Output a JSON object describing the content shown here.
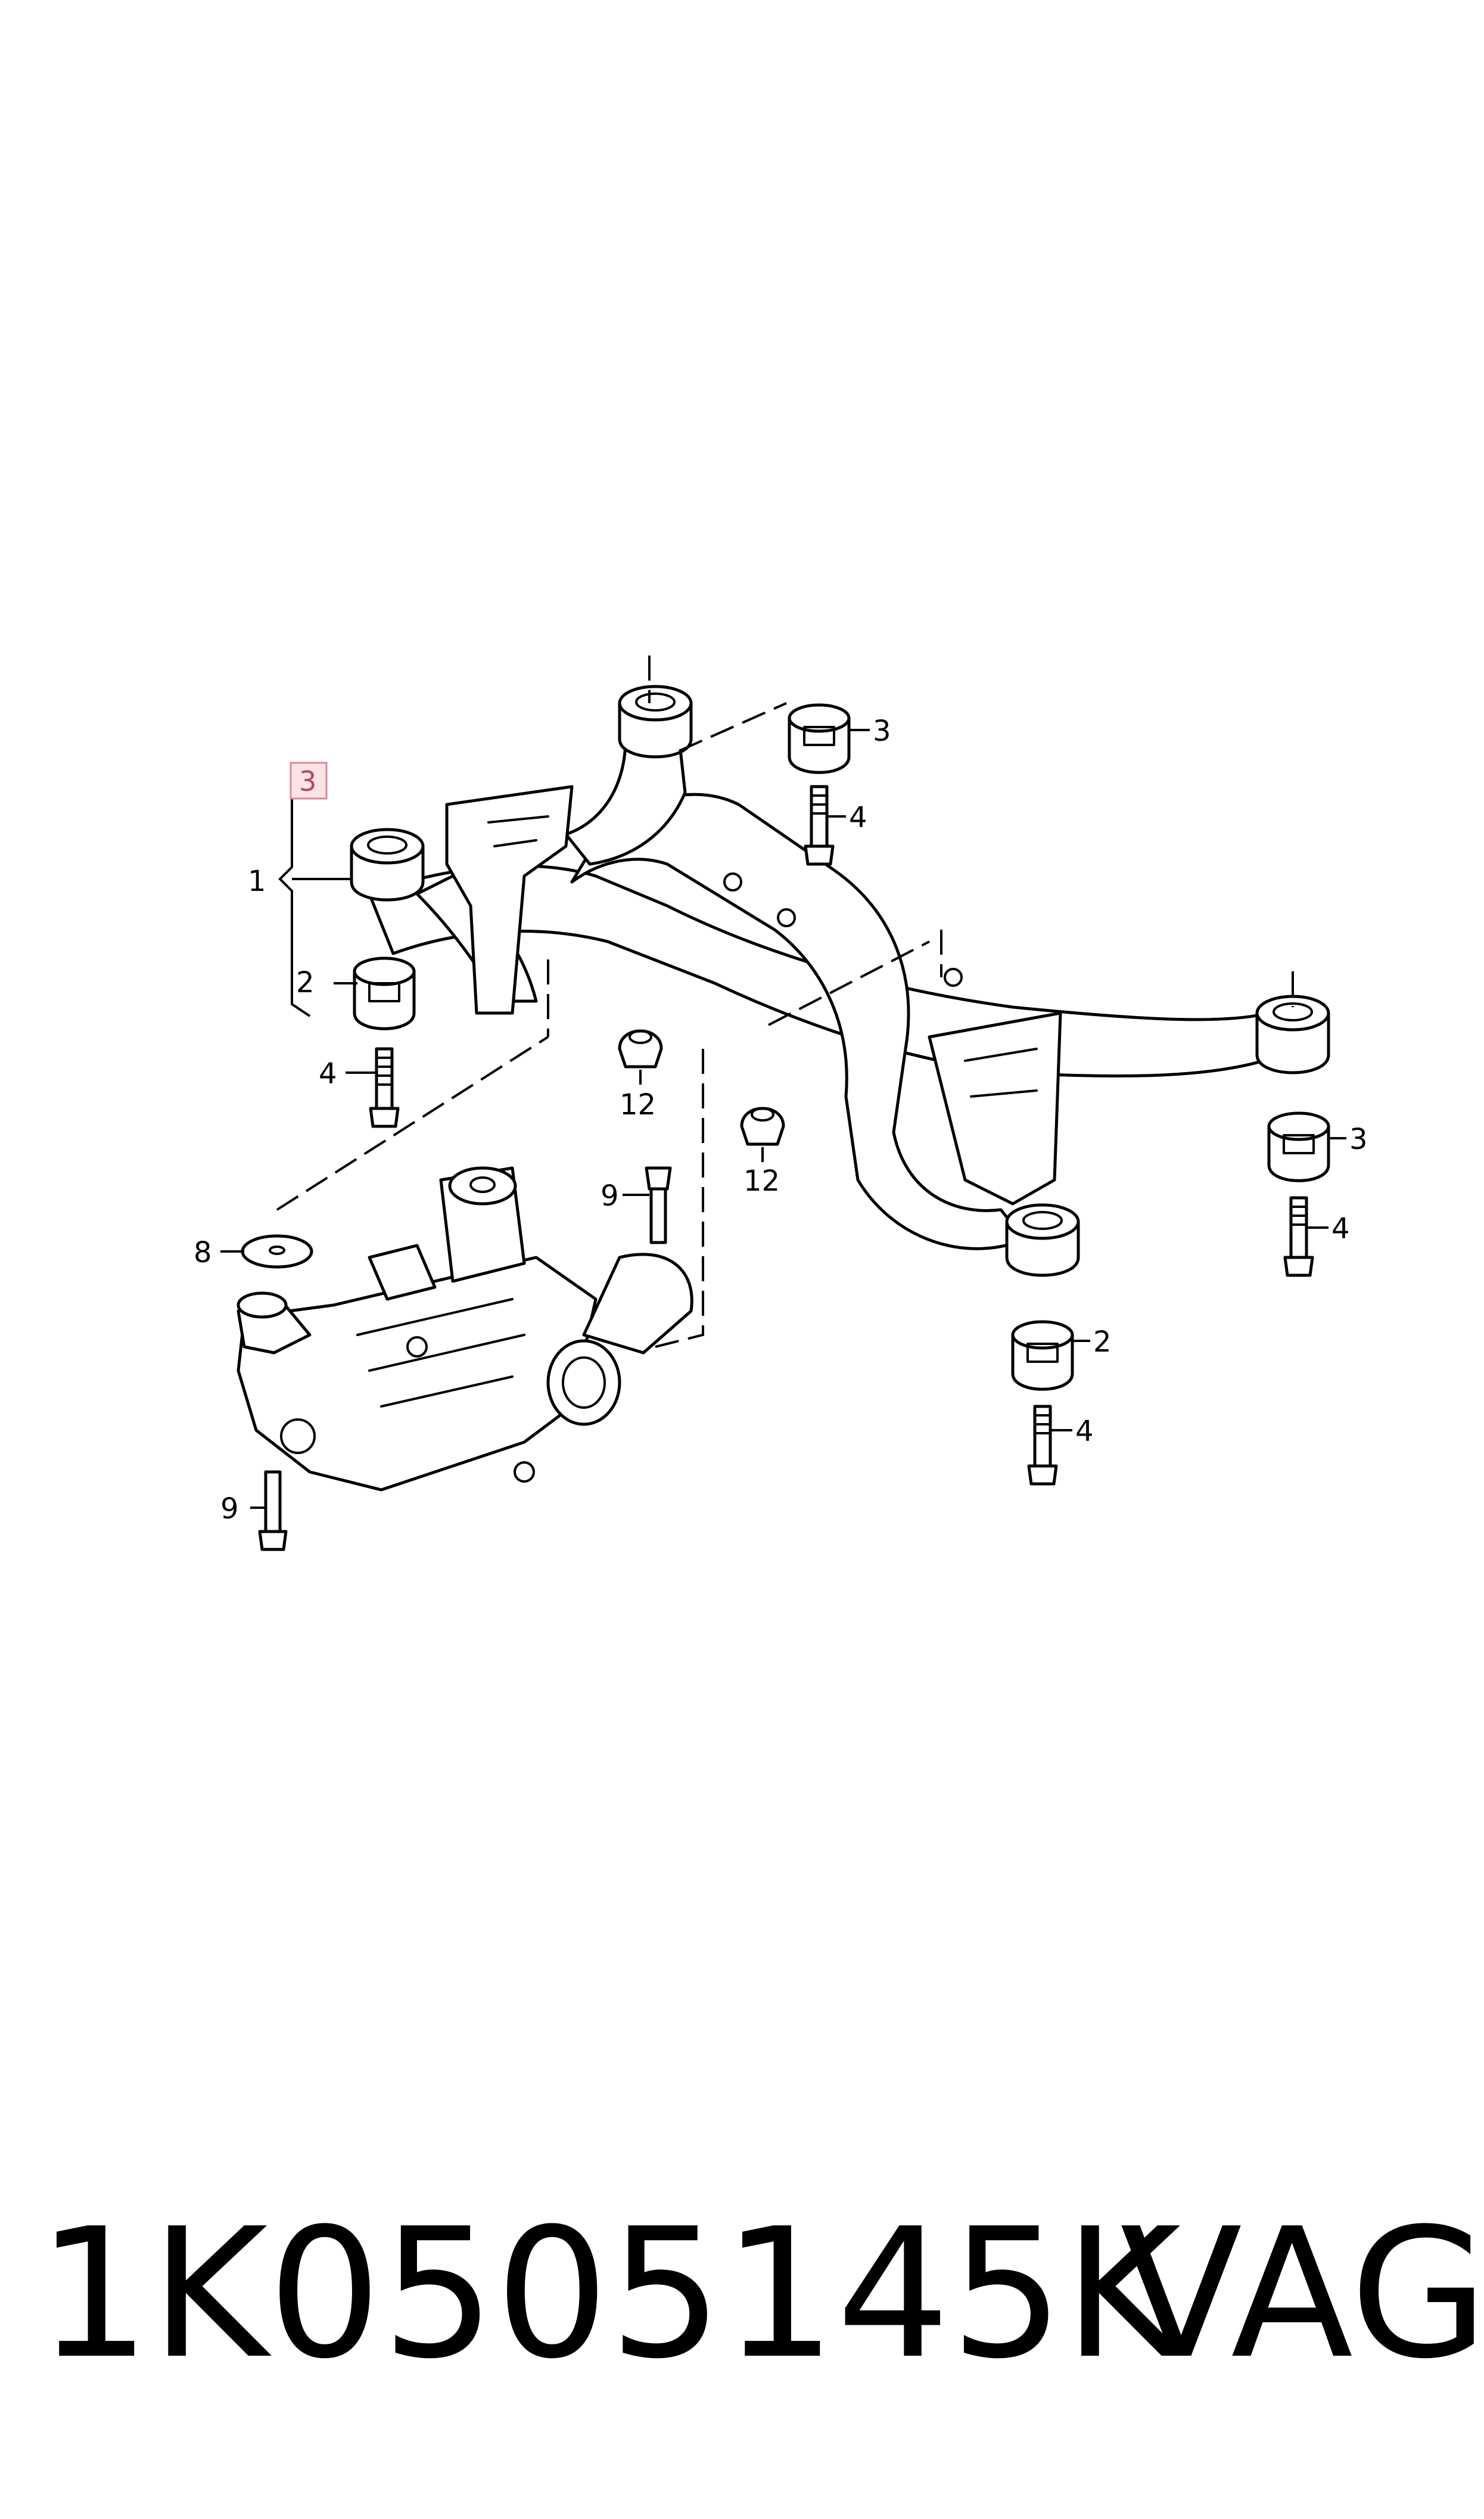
{
  "footer": {
    "part_number": "1K0505145K",
    "brand": "VAG"
  },
  "highlight_label": "3",
  "callouts": {
    "c1": "1",
    "c2_left": "2",
    "c2_right": "2",
    "c3_top": "3",
    "c3_right": "3",
    "c4_left": "4",
    "c4_top": "4",
    "c4_right": "4",
    "c4_bottom": "4",
    "c8": "8",
    "c9_top": "9",
    "c9_bottom": "9",
    "c12_left": "12",
    "c12_right": "12"
  }
}
